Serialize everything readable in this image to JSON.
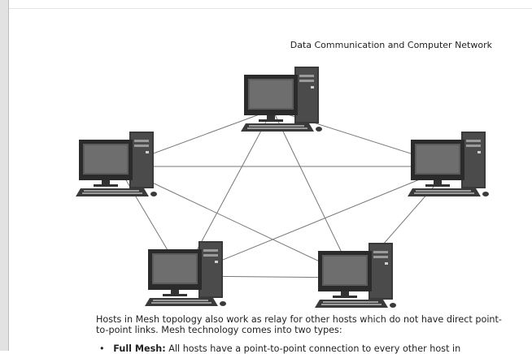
{
  "header": {
    "running_title": "Data Communication and Computer Network"
  },
  "figure": {
    "topology": "mesh",
    "nodes": [
      {
        "id": "top",
        "icon": "desktop-computer-icon"
      },
      {
        "id": "left",
        "icon": "desktop-computer-icon"
      },
      {
        "id": "right",
        "icon": "desktop-computer-icon"
      },
      {
        "id": "bottom-left",
        "icon": "desktop-computer-icon"
      },
      {
        "id": "bottom-right",
        "icon": "desktop-computer-icon"
      }
    ],
    "links": [
      [
        "top",
        "left"
      ],
      [
        "top",
        "right"
      ],
      [
        "top",
        "bottom-left"
      ],
      [
        "top",
        "bottom-right"
      ],
      [
        "left",
        "right"
      ],
      [
        "left",
        "bottom-left"
      ],
      [
        "left",
        "bottom-right"
      ],
      [
        "right",
        "bottom-left"
      ],
      [
        "right",
        "bottom-right"
      ],
      [
        "bottom-left",
        "bottom-right"
      ]
    ]
  },
  "body": {
    "paragraph": "Hosts in Mesh topology also work as relay for other hosts which do not have direct point-to-point links. Mesh technology comes into two types:",
    "bullet_marker": "•",
    "bullet_term": "Full Mesh:",
    "bullet_text": "All hosts have a point-to-point connection to every other host in"
  }
}
